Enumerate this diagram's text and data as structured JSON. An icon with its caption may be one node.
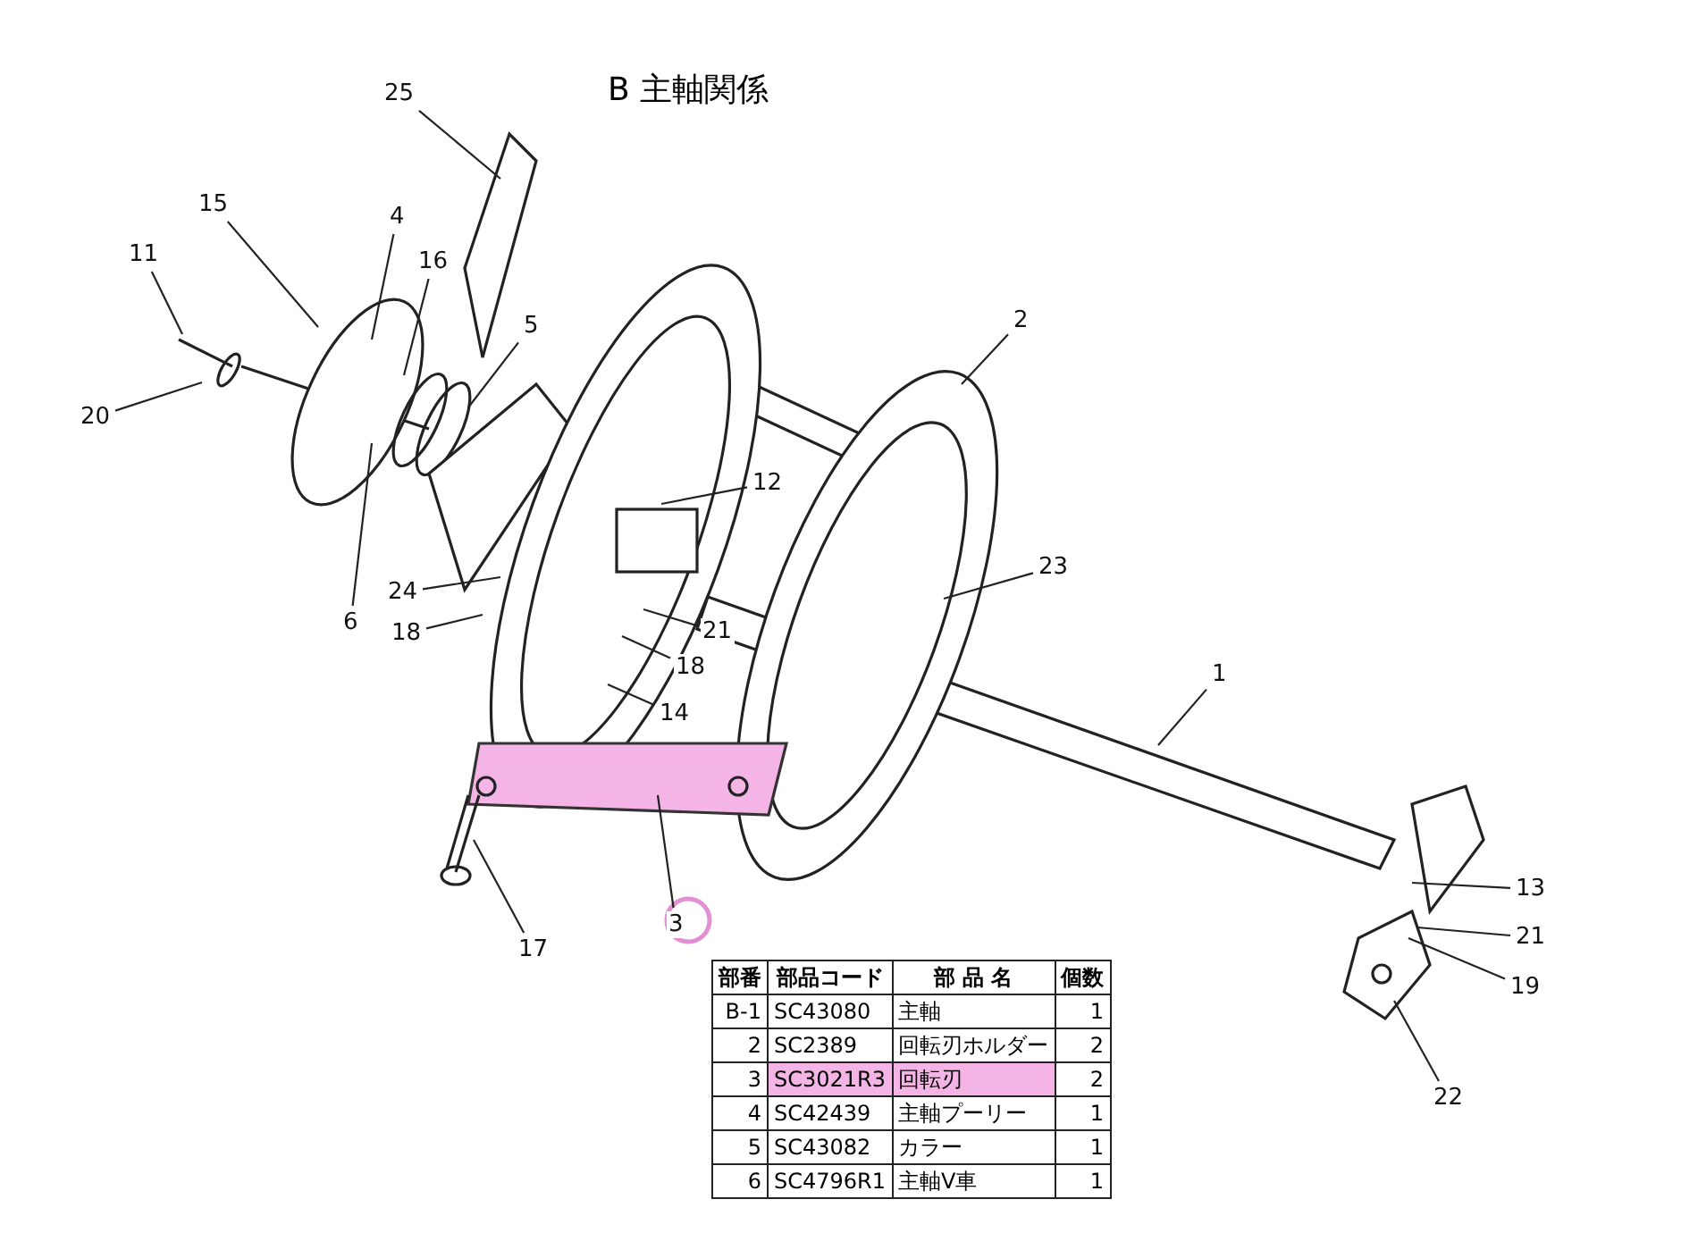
{
  "diagram": {
    "title": "B 主軸関係",
    "nodes": [
      {
        "text": [
          "25"
        ]
      },
      {
        "text": [
          "15"
        ]
      },
      {
        "text": [
          "4"
        ]
      },
      {
        "text": [
          "11"
        ]
      },
      {
        "text": [
          "16"
        ]
      },
      {
        "text": [
          "2"
        ]
      },
      {
        "text": [
          "5"
        ]
      },
      {
        "text": [
          "20"
        ]
      },
      {
        "text": [
          "12"
        ]
      },
      {
        "text": [
          "23"
        ]
      },
      {
        "text": [
          "24"
        ]
      },
      {
        "text": [
          "6"
        ]
      },
      {
        "text": [
          "18"
        ]
      },
      {
        "text": [
          "21"
        ]
      },
      {
        "text": [
          "18"
        ]
      },
      {
        "text": [
          "1"
        ]
      },
      {
        "text": [
          "14"
        ]
      },
      {
        "text": [
          "13"
        ]
      },
      {
        "text": [
          "3"
        ]
      },
      {
        "text": [
          "21"
        ]
      },
      {
        "text": [
          "17"
        ]
      },
      {
        "text": [
          "19"
        ]
      },
      {
        "text": [
          "22"
        ]
      }
    ],
    "edges": [
      {
        "from": 0,
        "to": null,
        "arrow": "none"
      },
      {
        "from": 1,
        "to": null,
        "arrow": "none"
      },
      {
        "from": 2,
        "to": null,
        "arrow": "none"
      },
      {
        "from": 3,
        "to": null,
        "arrow": "none"
      },
      {
        "from": 4,
        "to": null,
        "arrow": "none"
      },
      {
        "from": 5,
        "to": null,
        "arrow": "none"
      },
      {
        "from": 6,
        "to": null,
        "arrow": "none"
      },
      {
        "from": 7,
        "to": null,
        "arrow": "none"
      },
      {
        "from": 8,
        "to": null,
        "arrow": "none"
      },
      {
        "from": 9,
        "to": null,
        "arrow": "none"
      },
      {
        "from": 10,
        "to": null,
        "arrow": "none"
      },
      {
        "from": 11,
        "to": null,
        "arrow": "none"
      },
      {
        "from": 12,
        "to": null,
        "arrow": "none"
      },
      {
        "from": 13,
        "to": null,
        "arrow": "none"
      },
      {
        "from": 14,
        "to": null,
        "arrow": "none"
      },
      {
        "from": 15,
        "to": null,
        "arrow": "none"
      },
      {
        "from": 16,
        "to": null,
        "arrow": "none"
      },
      {
        "from": 17,
        "to": null,
        "arrow": "none"
      },
      {
        "from": 18,
        "to": null,
        "arrow": "none"
      },
      {
        "from": 19,
        "to": null,
        "arrow": "none"
      },
      {
        "from": 20,
        "to": null,
        "arrow": "none"
      },
      {
        "from": 21,
        "to": null,
        "arrow": "none"
      },
      {
        "from": 22,
        "to": null,
        "arrow": "none"
      }
    ],
    "labels": [
      "部番",
      "部品コード",
      "部 品 名",
      "個数",
      "B-1",
      "SC43080",
      "主軸",
      "1",
      "2",
      "SC2389",
      "回転刃ホルダー",
      "2",
      "3",
      "SC3021R3",
      "回転刃",
      "2",
      "4",
      "SC42439",
      "主軸プーリー",
      "1",
      "5",
      "SC43082",
      "カラー",
      "1",
      "6",
      "SC4796R1",
      "主軸V車",
      "1"
    ]
  }
}
